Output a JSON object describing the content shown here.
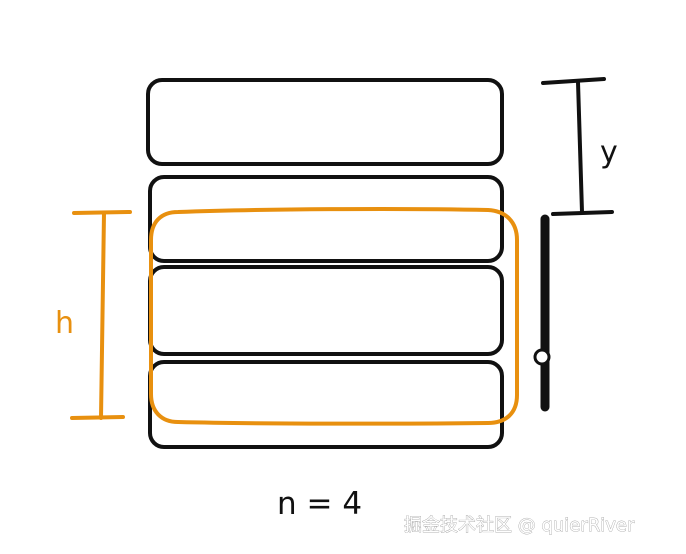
{
  "diagram": {
    "labels": {
      "y": "y",
      "h": "h",
      "n": "n = 4"
    },
    "watermark": "掘金技术社区 @ quierRiver",
    "colors": {
      "ink": "#111111",
      "accent": "#e8900f",
      "watermark_text": "#ffffff"
    }
  }
}
